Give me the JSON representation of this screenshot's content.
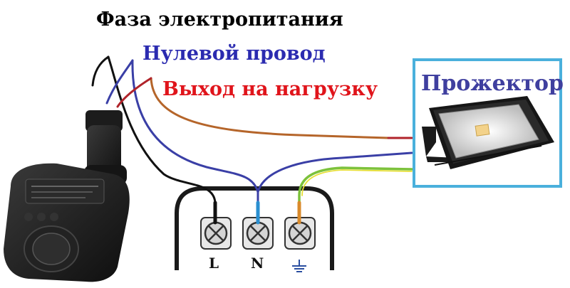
{
  "labels": {
    "phase": "Фаза электропитания",
    "neutral": "Нулевой провод",
    "load_output": "Выход на нагрузку",
    "projector": "Прожектор"
  },
  "terminals": {
    "l": "L",
    "n": "N",
    "ground_icon": "ground-symbol"
  },
  "colors": {
    "phase": "#000000",
    "neutral": "#2b2bb0",
    "load_output": "#e0141b",
    "projector": "#3f3f9f",
    "projector_frame": "#4ab0dc",
    "wire_black": "#111111",
    "wire_blue": "#3a3fa6",
    "wire_brown": "#b5652a",
    "wire_green": "#7cc23b",
    "wire_yellow": "#e7df36",
    "wire_red": "#b0232a"
  },
  "icons": {
    "motion_sensor": "motion-sensor-icon",
    "floodlight": "floodlight-icon"
  }
}
